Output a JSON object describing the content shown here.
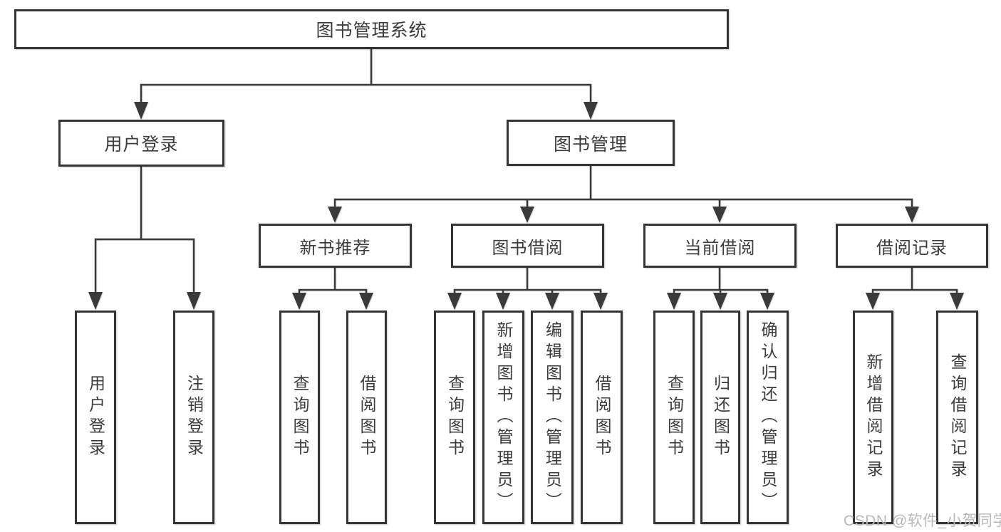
{
  "tree": {
    "root": {
      "label": "图书管理系统",
      "children": [
        {
          "label": "用户登录",
          "children": [
            {
              "label": "用户登录"
            },
            {
              "label": "注销登录"
            }
          ]
        },
        {
          "label": "图书管理",
          "children": [
            {
              "label": "新书推荐",
              "children": [
                {
                  "label": "查询图书"
                },
                {
                  "label": "借阅图书"
                }
              ]
            },
            {
              "label": "图书借阅",
              "children": [
                {
                  "label": "查询图书"
                },
                {
                  "label": "新增图书（管理员）"
                },
                {
                  "label": "编辑图书（管理员）"
                },
                {
                  "label": "借阅图书"
                }
              ]
            },
            {
              "label": "当前借阅",
              "children": [
                {
                  "label": "查询图书"
                },
                {
                  "label": "归还图书"
                },
                {
                  "label": "确认归还（管理员）"
                }
              ]
            },
            {
              "label": "借阅记录",
              "children": [
                {
                  "label": "新增借阅记录"
                },
                {
                  "label": "查询借阅记录"
                }
              ]
            }
          ]
        }
      ]
    }
  },
  "watermark": {
    "text": "CSDN @软件_小贺同学"
  },
  "colors": {
    "line": "#3a3a3a",
    "text": "#3c3c3c",
    "background": "#ffffff",
    "watermark": "#b9b9b9"
  }
}
